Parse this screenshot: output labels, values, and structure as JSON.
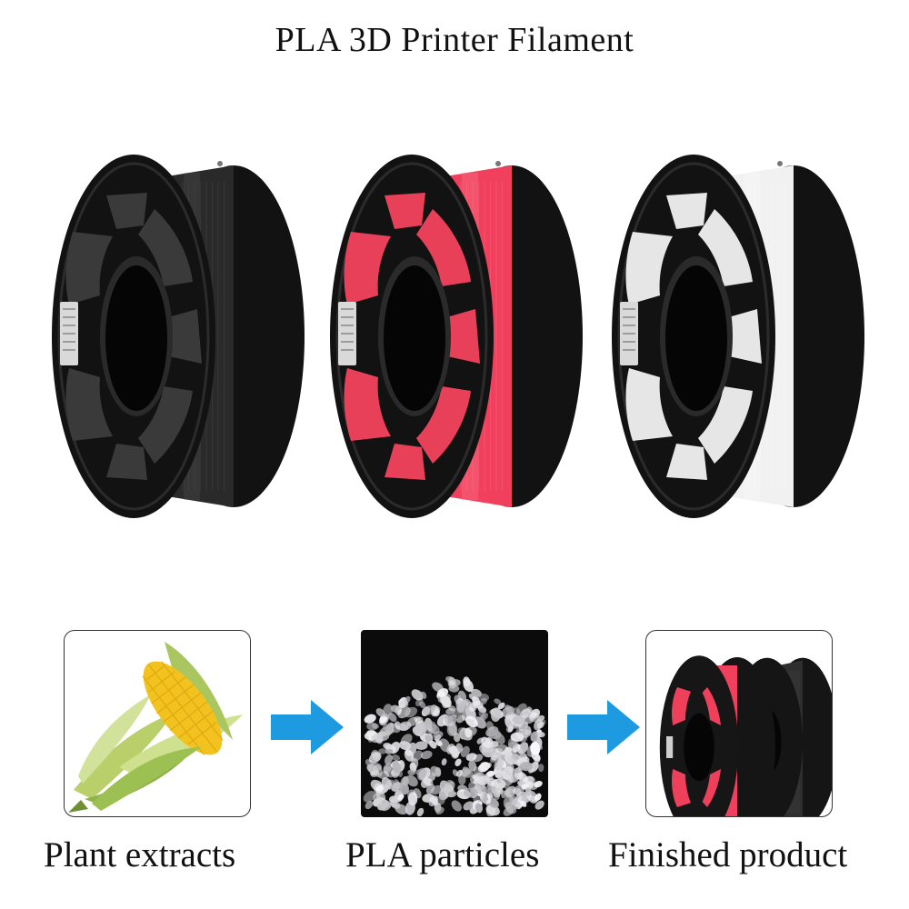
{
  "page": {
    "title": "PLA 3D Printer Filament"
  },
  "spools": [
    {
      "name": "black",
      "filament_color": "#2a2a2a",
      "highlight": "#5a5a5a",
      "window_color": "#3a3a3a"
    },
    {
      "name": "red",
      "filament_color": "#f0405e",
      "highlight": "#ff8a9c",
      "window_color": "#e9405a"
    },
    {
      "name": "white",
      "filament_color": "#f1f1f1",
      "highlight": "#ffffff",
      "window_color": "#e6e6e6"
    }
  ],
  "process": [
    {
      "caption": "Plant extracts",
      "icon": "corn-icon"
    },
    {
      "caption": "PLA particles",
      "icon": "pellets-icon"
    },
    {
      "caption": "Finished product",
      "icon": "spools-icon"
    }
  ],
  "colors": {
    "arrow": "#1e9be0",
    "spool_frame": "#121212"
  }
}
